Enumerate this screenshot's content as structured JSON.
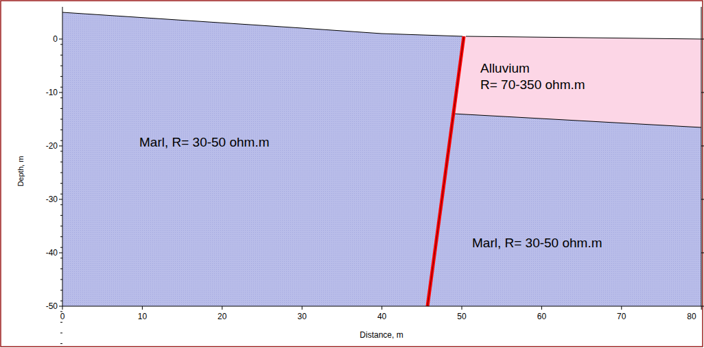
{
  "diagram": {
    "nodes": [
      {
        "text": [
          "Marl, R= 30-50 ohm.m"
        ]
      },
      {
        "text": [
          "Alluvium",
          "R= 70-350 ohm.m"
        ]
      },
      {
        "text": [
          "Marl, R= 30-50 ohm.m"
        ]
      }
    ],
    "labels": [
      "0",
      "-10",
      "-20",
      "-30",
      "-40",
      "-50",
      "0",
      "10",
      "20",
      "30",
      "40",
      "50",
      "60",
      "70",
      "80",
      "Depth, m",
      "Distance, m"
    ]
  }
}
